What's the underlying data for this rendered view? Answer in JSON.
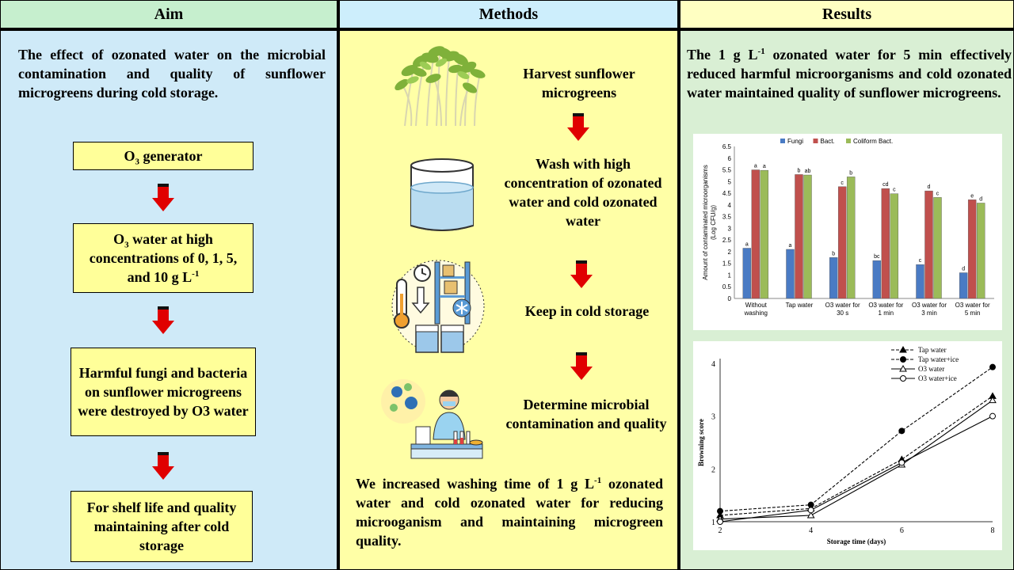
{
  "headers": {
    "aim": "Aim",
    "methods": "Methods",
    "results": "Results"
  },
  "aim": {
    "text": "The effect of ozonated water on the microbial contamination and quality of sunflower microgreens during cold storage.",
    "boxes": {
      "b1_pre": "O",
      "b1_sub": "3",
      "b1_post": " generator",
      "b2_pre": "O",
      "b2_sub": "3",
      "b2_mid": " water at high concentrations of 0, 1, 5, and 10 g L",
      "b2_sup": "-1",
      "b3": "Harmful fungi and bacteria on sunflower microgreens were destroyed by  O3 water",
      "b4": "For shelf life and quality maintaining after cold storage"
    }
  },
  "methods": {
    "steps": [
      "Harvest sunflower microgreens",
      "Wash with high concentration of ozonated water and cold ozonated water",
      "Keep in cold storage",
      "Determine microbial contamination and quality"
    ],
    "conclusion": "We increased washing time of 1 g L-1 ozonated water and  cold ozonated water for reducing microoganism and maintaining microgreen quality.",
    "conclusion_parts": {
      "pre": "We increased washing time of 1 g L",
      "sup": "-1",
      "post": " ozonated water and  cold ozonated water for reducing microoganism and maintaining microgreen quality."
    }
  },
  "results": {
    "summary_parts": {
      "pre": "The 1 g L",
      "sup": "-1",
      "post": " ozonated water for 5 min effectively reduced harmful microorganisms and cold ozonated water maintained quality of sunflower microgreens."
    }
  },
  "chart_data": [
    {
      "type": "bar",
      "ylabel": "Amount of contaminated microorganisms (Log CFU/g)",
      "ylabel_line1": "Amount of contaminated microorganisms",
      "ylabel_line2": "(Log CFU/g)",
      "ylim": [
        0,
        6.5
      ],
      "yticks": [
        "0",
        "0.5",
        "1",
        "1.5",
        "2",
        "2.5",
        "3",
        "3.5",
        "4",
        "4.5",
        "5",
        "5.5",
        "6",
        "6.5"
      ],
      "categories": [
        "Without washing",
        "Tap water",
        "O3 water for 30 s",
        "O3 water for 1 min",
        "O3 water for 3 min",
        "O3 water for 5 min"
      ],
      "category_lines": [
        [
          "Without",
          "washing"
        ],
        [
          "Tap water",
          ""
        ],
        [
          "O3 water for",
          "30 s"
        ],
        [
          "O3 water for",
          "1 min"
        ],
        [
          "O3 water for",
          "3 min"
        ],
        [
          "O3 water for",
          "5 min"
        ]
      ],
      "series": [
        {
          "name": "Fungi",
          "color": "#4a7bc4",
          "values": [
            2.15,
            2.1,
            1.75,
            1.62,
            1.45,
            1.1
          ],
          "labels": [
            "a",
            "a",
            "b",
            "bc",
            "c",
            "d"
          ]
        },
        {
          "name": "Bact.",
          "color": "#c0504d",
          "values": [
            5.5,
            5.3,
            4.78,
            4.7,
            4.6,
            4.22
          ],
          "labels": [
            "a",
            "b",
            "c",
            "cd",
            "d",
            "e"
          ]
        },
        {
          "name": "Coliform Bact.",
          "color": "#9bbb59",
          "values": [
            5.48,
            5.28,
            5.2,
            4.48,
            4.32,
            4.08
          ],
          "labels": [
            "a",
            "ab",
            "b",
            "c",
            "c",
            "d"
          ]
        }
      ],
      "legend": "top"
    },
    {
      "type": "line",
      "xlabel": "Storage time (days)",
      "ylabel": "Browning score",
      "x": [
        2,
        4,
        6,
        8
      ],
      "xticks": [
        "2",
        "4",
        "6",
        "8"
      ],
      "yticks": [
        "1",
        "2",
        "3",
        "4"
      ],
      "xlim": [
        2,
        8
      ],
      "ylim": [
        1,
        4
      ],
      "series": [
        {
          "name": "Tap water",
          "dashed": true,
          "marker": "triangle-filled",
          "values": [
            1.12,
            1.25,
            2.18,
            3.38
          ]
        },
        {
          "name": "Tap water+ice",
          "dashed": true,
          "marker": "circle-filled",
          "values": [
            1.2,
            1.32,
            2.72,
            3.93
          ]
        },
        {
          "name": "O3 water",
          "dashed": false,
          "marker": "triangle-open",
          "values": [
            1.05,
            1.12,
            2.08,
            3.3
          ]
        },
        {
          "name": "O3 water+ice",
          "dashed": false,
          "marker": "circle-open",
          "values": [
            1.0,
            1.22,
            2.12,
            3.0
          ]
        }
      ],
      "legend": "top-right"
    }
  ]
}
